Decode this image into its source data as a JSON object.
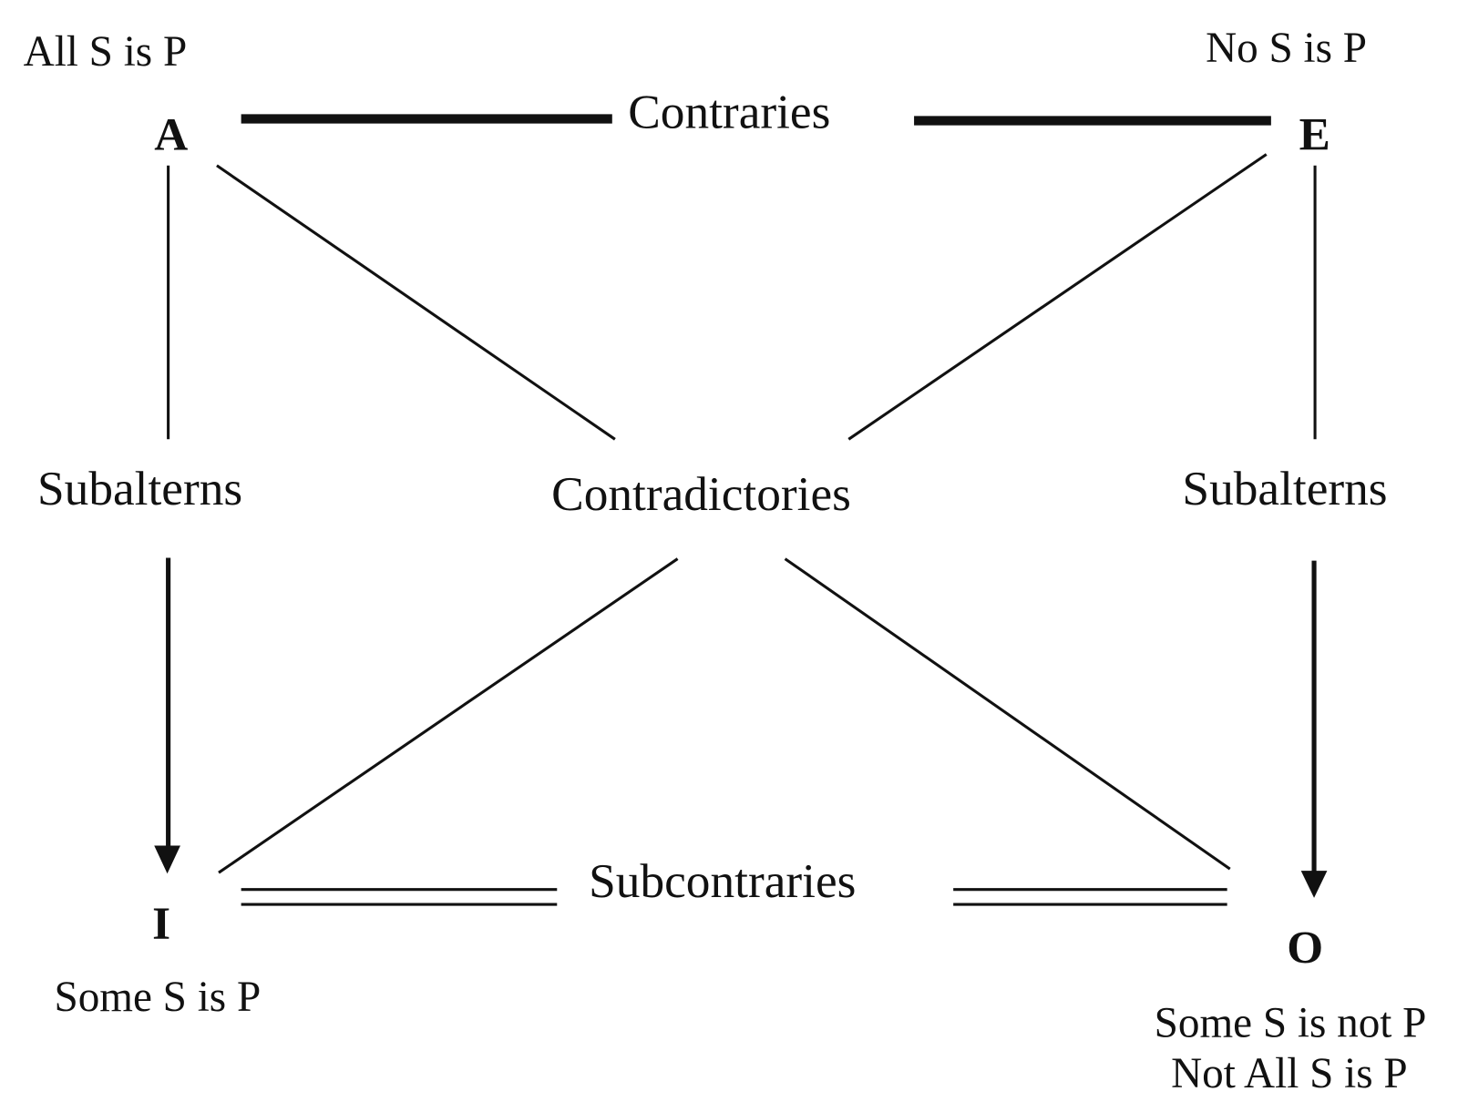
{
  "diagram": {
    "title": "Square of Opposition",
    "corners": {
      "A": {
        "letter": "A",
        "proposition": "All S is P"
      },
      "E": {
        "letter": "E",
        "proposition": "No S is P"
      },
      "I": {
        "letter": "I",
        "proposition": "Some S is P"
      },
      "O": {
        "letter": "O",
        "proposition": "Some S is not P",
        "proposition_alt": "Not All S is P"
      }
    },
    "relations": {
      "contraries": "Contraries",
      "subalterns_left": "Subalterns",
      "subalterns_right": "Subalterns",
      "contradictories": "Contradictories",
      "subcontraries": "Subcontraries"
    },
    "colors": {
      "ink": "#111111",
      "background": "#ffffff"
    }
  }
}
